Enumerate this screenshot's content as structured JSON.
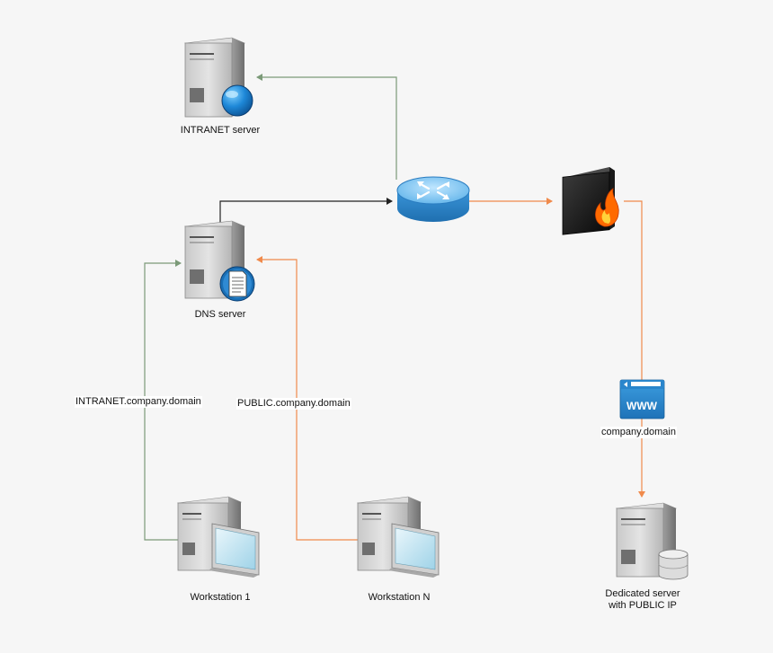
{
  "nodes": {
    "intranet_server": "INTRANET server",
    "dns_server": "DNS server",
    "workstation_1": "Workstation 1",
    "workstation_n": "Workstation N",
    "website": "company.domain",
    "dedicated_server_line1": "Dedicated server",
    "dedicated_server_line2": "with PUBLIC IP"
  },
  "edges": {
    "intranet_query": "INTRANET.company.domain",
    "public_query": "PUBLIC.company.domain"
  },
  "icons": {
    "website_badge": "WWW"
  },
  "colors": {
    "green_edge": "#7b9a78",
    "orange_edge": "#f08a4b",
    "black_edge": "#222222",
    "background": "#f6f6f6"
  }
}
